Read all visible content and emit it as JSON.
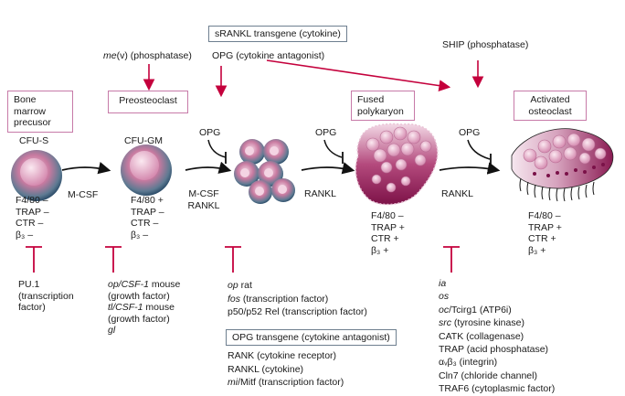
{
  "colors": {
    "accent": "#c4003c",
    "box_border": "#c77aa8",
    "gene_box_border": "#6e7f8f",
    "cell": "#8e1c57",
    "cell_light": "#f1dde8"
  },
  "top": {
    "srankl_box": "sRANKL transgene (cytokine)",
    "me_v_italic": "me",
    "me_v_rest": "(v) (phosphatase)",
    "opg_antagonist": "OPG (cytokine antagonist)",
    "ship": "SHIP (phosphatase)"
  },
  "stages": [
    {
      "box": "Bone marrow precusor",
      "cell_label": "CFU-S",
      "markers": [
        "F4/80 –",
        "TRAP –",
        "CTR –",
        "β₃ –"
      ]
    },
    {
      "box": "Preosteoclast",
      "cell_label": "CFU-GM",
      "markers": [
        "F4/80 +",
        "TRAP –",
        "CTR –",
        "β₃ –"
      ]
    },
    {
      "box": "Fused polykaryon",
      "markers": [
        "F4/80 –",
        "TRAP +",
        "CTR +",
        "β₃ +"
      ]
    },
    {
      "box": "Activated osteoclast",
      "markers": [
        "F4/80 –",
        "TRAP +",
        "CTR +",
        "β₃ +"
      ]
    }
  ],
  "arrows": {
    "mcsf": "M-CSF",
    "mcsf_rankl": [
      "M-CSF",
      "RANKL"
    ],
    "rankl_1": "RANKL",
    "rankl_2": "RANKL",
    "opg_1": "OPG",
    "opg_2": "OPG",
    "opg_3": "OPG"
  },
  "bottom": {
    "col1": [
      "PU.1",
      "(transcription",
      "factor)"
    ],
    "col2": [
      {
        "it": "op/CSF-1",
        "rest": " mouse"
      },
      {
        "it": "",
        "rest": "(growth factor)"
      },
      {
        "it": "tl/CSF-1",
        "rest": " mouse"
      },
      {
        "it": "",
        "rest": "(growth factor)"
      },
      {
        "it": "gl",
        "rest": ""
      }
    ],
    "col3": [
      {
        "it": "op",
        "rest": " rat"
      },
      {
        "it": "fos",
        "rest": " (transcription factor)"
      },
      {
        "it": "",
        "rest": "p50/p52 Rel (transcription factor)"
      }
    ],
    "opg_transgene_box": "OPG transgene (cytokine antagonist)",
    "col3b": [
      {
        "it": "",
        "rest": "RANK (cytokine receptor)"
      },
      {
        "it": "",
        "rest": "RANKL (cytokine)"
      },
      {
        "it": "mi",
        "rest": "/Mitf (transcription factor)"
      }
    ],
    "col4": [
      {
        "it": "ia",
        "rest": ""
      },
      {
        "it": "os",
        "rest": ""
      },
      {
        "it": "oc",
        "rest": "/Tcirg1 (ATP6i)"
      },
      {
        "it": "src",
        "rest": " (tyrosine kinase)"
      },
      {
        "it": "",
        "rest": "CATK (collagenase)"
      },
      {
        "it": "",
        "rest": "TRAP (acid phosphatase)"
      },
      {
        "it": "",
        "rest": "αᵥβ₃ (integrin)"
      },
      {
        "it": "",
        "rest": "Cln7 (chloride channel)"
      },
      {
        "it": "",
        "rest": "TRAF6 (cytoplasmic factor)"
      }
    ]
  }
}
